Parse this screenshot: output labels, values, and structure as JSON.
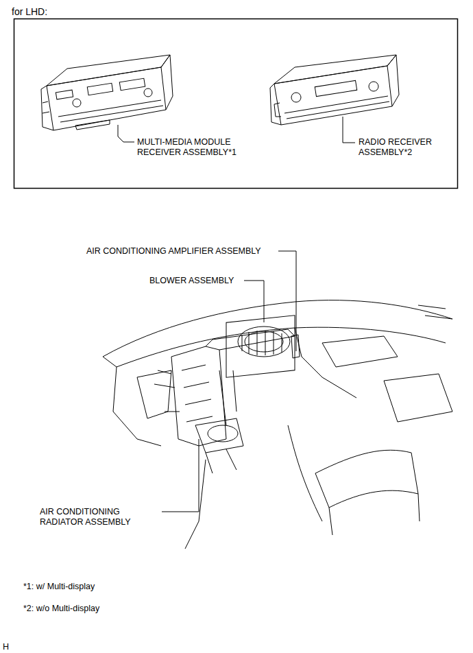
{
  "diagram": {
    "title": "for LHD:",
    "labels": [
      "MULTI-MEDIA MODULE RECEIVER ASSEMBLY*1",
      "RADIO RECEIVER ASSEMBLY*2",
      "AIR CONDITIONING AMPLIFIER ASSEMBLY",
      "BLOWER ASSEMBLY",
      "AIR CONDITIONING RADIATOR ASSEMBLY",
      "*1: w/ Multi-display",
      "*2: w/o Multi-display",
      "H"
    ]
  }
}
